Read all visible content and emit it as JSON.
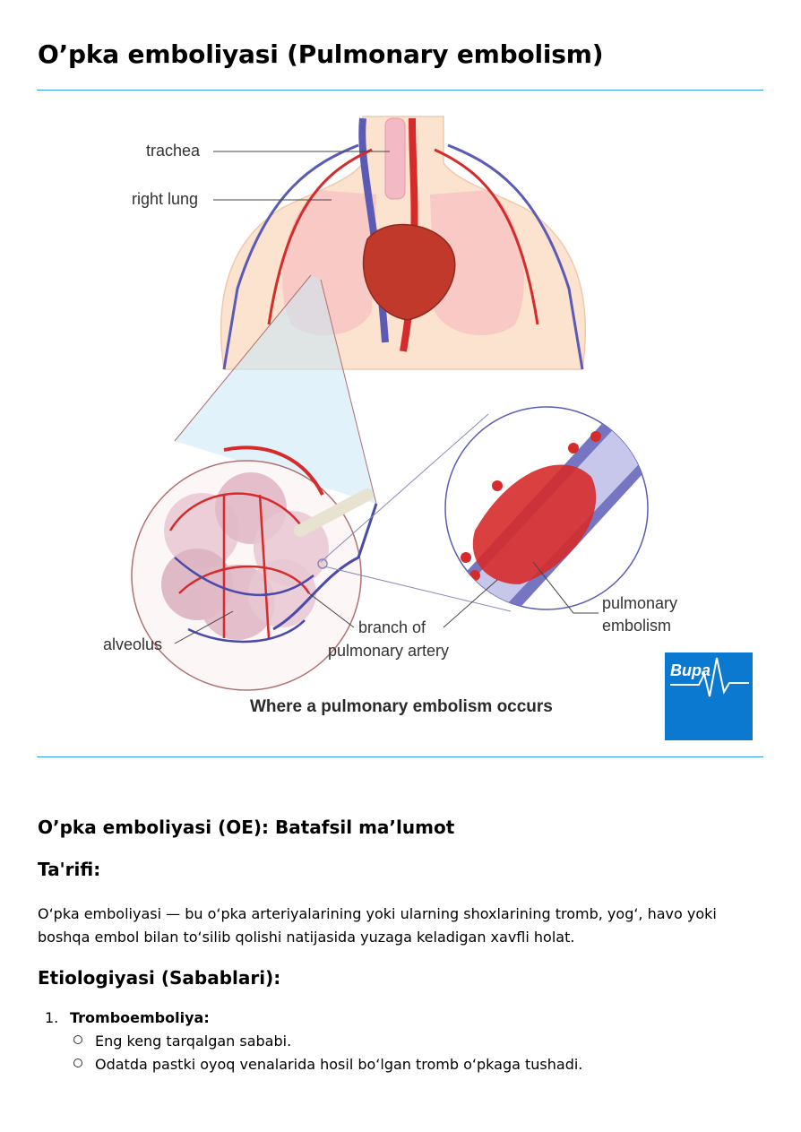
{
  "document": {
    "title": "O’pka emboliyasi (Pulmonary embolism)"
  },
  "figure": {
    "labels": {
      "trachea": "trachea",
      "right_lung": "right lung",
      "alveolus": "alveolus",
      "branch_line1": "branch of",
      "branch_line2": "pulmonary artery",
      "pe_line1": "pulmonary",
      "pe_line2": "embolism"
    },
    "caption": "Where a pulmonary embolism occurs",
    "logo_text": "Bupa",
    "colors": {
      "logo_bg": "#0b79d0",
      "rule": "#29a3e3",
      "artery": "#d62b2b",
      "vein": "#5b5bb5",
      "skin": "#fbe3cf"
    }
  },
  "content": {
    "heading_main": "O’pka emboliyasi (OE): Batafsil ma’lumot",
    "heading_definition": "Ta'rifi:",
    "definition_text": "O‘pka emboliyasi — bu o‘pka arteriyalarining yoki ularning shoxlarining tromb, yog‘, havo yoki boshqa embol bilan to‘silib qolishi natijasida yuzaga keladigan xavfli holat.",
    "heading_etiology": "Etiologiyasi (Sabablari):",
    "etiology_items": [
      {
        "number": "1.",
        "title": "Tromboemboliya:",
        "points": [
          "Eng keng tarqalgan sababi.",
          "Odatda pastki oyoq venalarida hosil bo‘lgan tromb o‘pkaga tushadi."
        ]
      }
    ]
  }
}
